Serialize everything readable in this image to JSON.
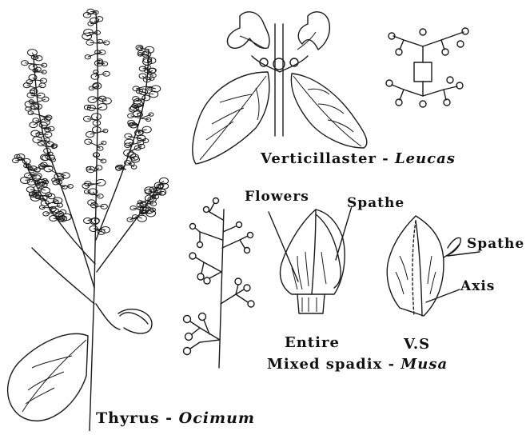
{
  "labels": {
    "verticillaster": {
      "text": "Verticillaster - ",
      "genus": "Leucas"
    },
    "flowers": "Flowers",
    "spathe_entire": "Spathe",
    "spathe_vs": "Spathe",
    "axis": "Axis",
    "entire": "Entire",
    "vs": "V.S",
    "mixed_spadix": {
      "text": "Mixed spadix - ",
      "genus": "Musa"
    },
    "thyrus": {
      "text": "Thyrus - ",
      "genus": "Ocimum"
    }
  },
  "icons": {
    "thyrus_ocimum": "ocimum-plant-illustration",
    "verticillaster_leucas": "leucas-verticillaster-illustration",
    "verticillaster_diagram": "verticillaster-floral-diagram",
    "raceme_diagram": "cymose-branch-diagram",
    "spadix_entire": "musa-spadix-entire",
    "spadix_vs": "musa-spadix-section"
  }
}
